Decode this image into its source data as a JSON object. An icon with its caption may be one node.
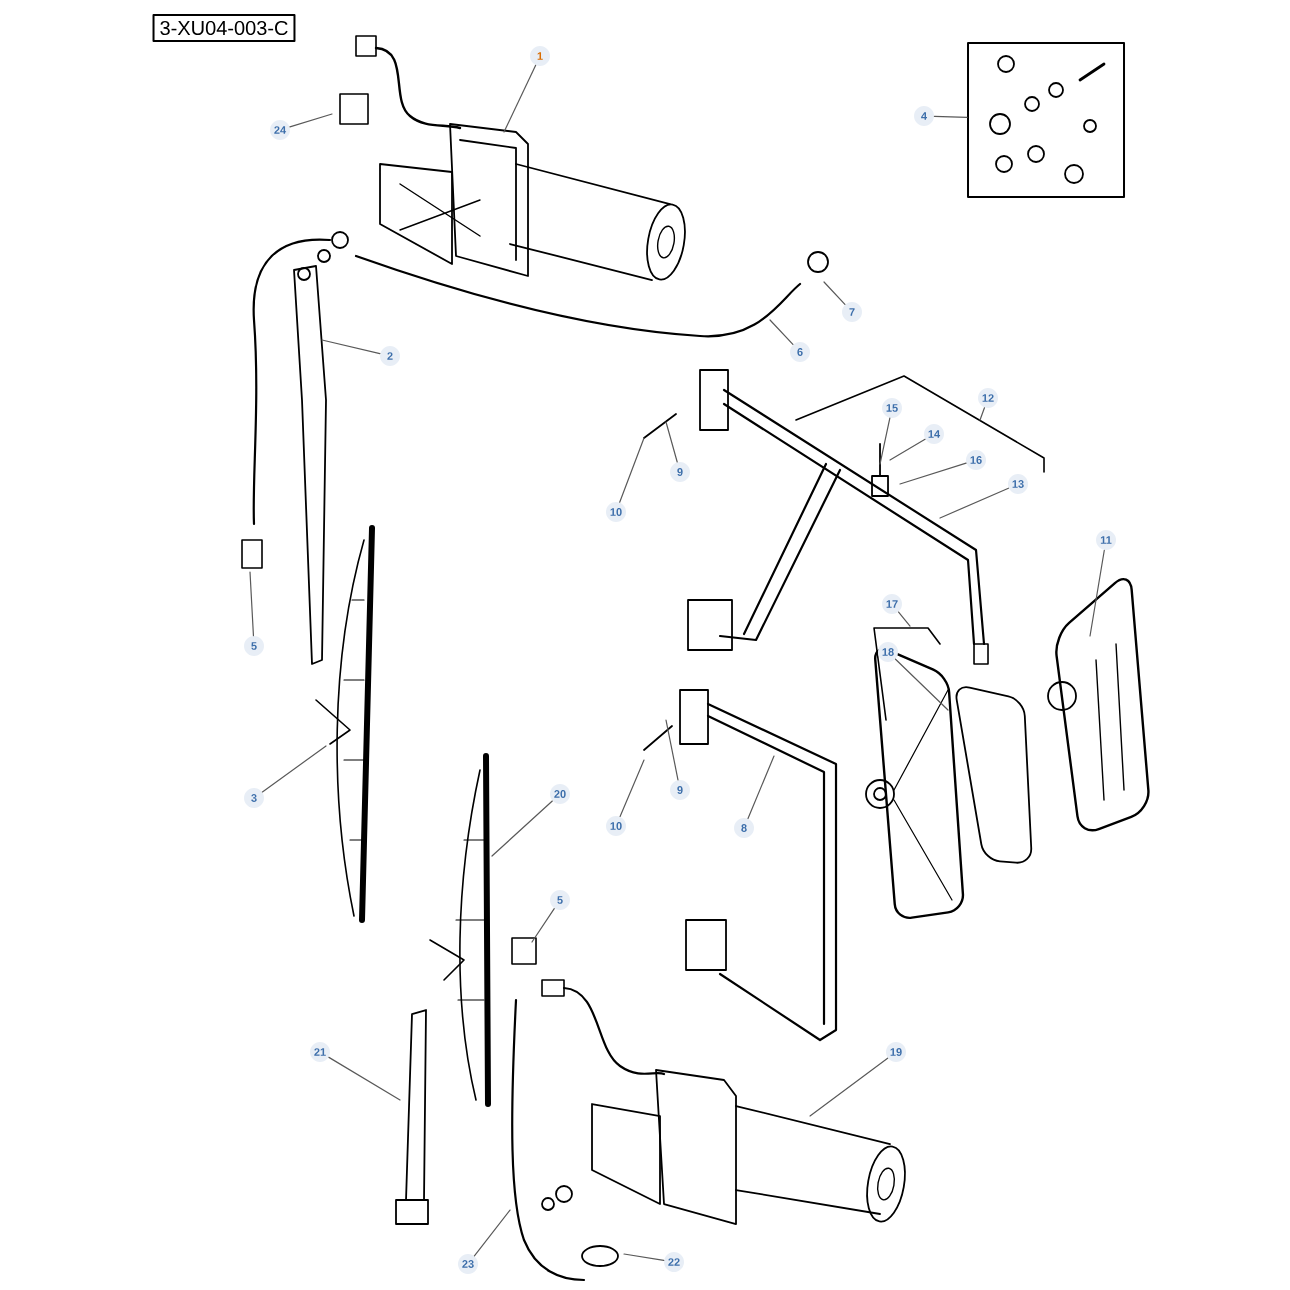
{
  "diagram": {
    "nodes": [
      {
        "text": [
          "1"
        ]
      },
      {
        "text": [
          "4"
        ]
      },
      {
        "text": [],
        "shape": "box"
      },
      {
        "text": [
          "24"
        ]
      },
      {
        "text": [
          "7"
        ]
      },
      {
        "text": [
          "2"
        ]
      },
      {
        "text": [
          "6"
        ]
      },
      {
        "text": [
          "12"
        ]
      },
      {
        "text": [
          "15"
        ]
      },
      {
        "text": [
          "14"
        ]
      },
      {
        "text": [
          "16"
        ]
      },
      {
        "text": [
          "9"
        ]
      },
      {
        "text": [
          "13"
        ]
      },
      {
        "text": [
          "10"
        ]
      },
      {
        "text": [
          "11"
        ]
      },
      {
        "text": [
          "17"
        ]
      },
      {
        "text": [
          "18"
        ]
      },
      {
        "text": [
          "5"
        ]
      },
      {
        "text": [
          "9"
        ]
      },
      {
        "text": [
          "20"
        ]
      },
      {
        "text": [
          "3"
        ]
      },
      {
        "text": [
          "10"
        ]
      },
      {
        "text": [
          "8"
        ]
      },
      {
        "text": [
          "5"
        ]
      },
      {
        "text": [
          "21"
        ]
      },
      {
        "text": [
          "19"
        ]
      },
      {
        "text": [
          "22"
        ]
      },
      {
        "text": [
          "23"
        ]
      }
    ],
    "edges": [
      {
        "from": 0,
        "to": null,
        "arrow": "none"
      },
      {
        "from": 1,
        "to": 2,
        "arrow": "none"
      },
      {
        "from": 3,
        "to": null,
        "arrow": "none"
      },
      {
        "from": 4,
        "to": null,
        "arrow": "none"
      },
      {
        "from": 5,
        "to": null,
        "arrow": "none"
      },
      {
        "from": 6,
        "to": null,
        "arrow": "none"
      },
      {
        "from": 7,
        "to": null,
        "arrow": "none"
      },
      {
        "from": 8,
        "to": null,
        "arrow": "none"
      },
      {
        "from": 9,
        "to": null,
        "arrow": "none"
      },
      {
        "from": 10,
        "to": null,
        "arrow": "none"
      },
      {
        "from": 11,
        "to": null,
        "arrow": "none"
      },
      {
        "from": 12,
        "to": null,
        "arrow": "none"
      },
      {
        "from": 13,
        "to": null,
        "arrow": "none"
      },
      {
        "from": 14,
        "to": null,
        "arrow": "none"
      },
      {
        "from": 15,
        "to": null,
        "arrow": "none"
      },
      {
        "from": 16,
        "to": null,
        "arrow": "none"
      },
      {
        "from": 17,
        "to": null,
        "arrow": "none"
      },
      {
        "from": 18,
        "to": null,
        "arrow": "none"
      },
      {
        "from": 19,
        "to": null,
        "arrow": "none"
      },
      {
        "from": 20,
        "to": null,
        "arrow": "none"
      },
      {
        "from": 21,
        "to": null,
        "arrow": "none"
      },
      {
        "from": 22,
        "to": null,
        "arrow": "none"
      },
      {
        "from": 23,
        "to": null,
        "arrow": "none"
      },
      {
        "from": 24,
        "to": null,
        "arrow": "none"
      },
      {
        "from": 25,
        "to": null,
        "arrow": "none"
      },
      {
        "from": 26,
        "to": null,
        "arrow": "none"
      },
      {
        "from": 27,
        "to": null,
        "arrow": "none"
      }
    ],
    "labels": [
      "3-XU04-003-C"
    ]
  }
}
